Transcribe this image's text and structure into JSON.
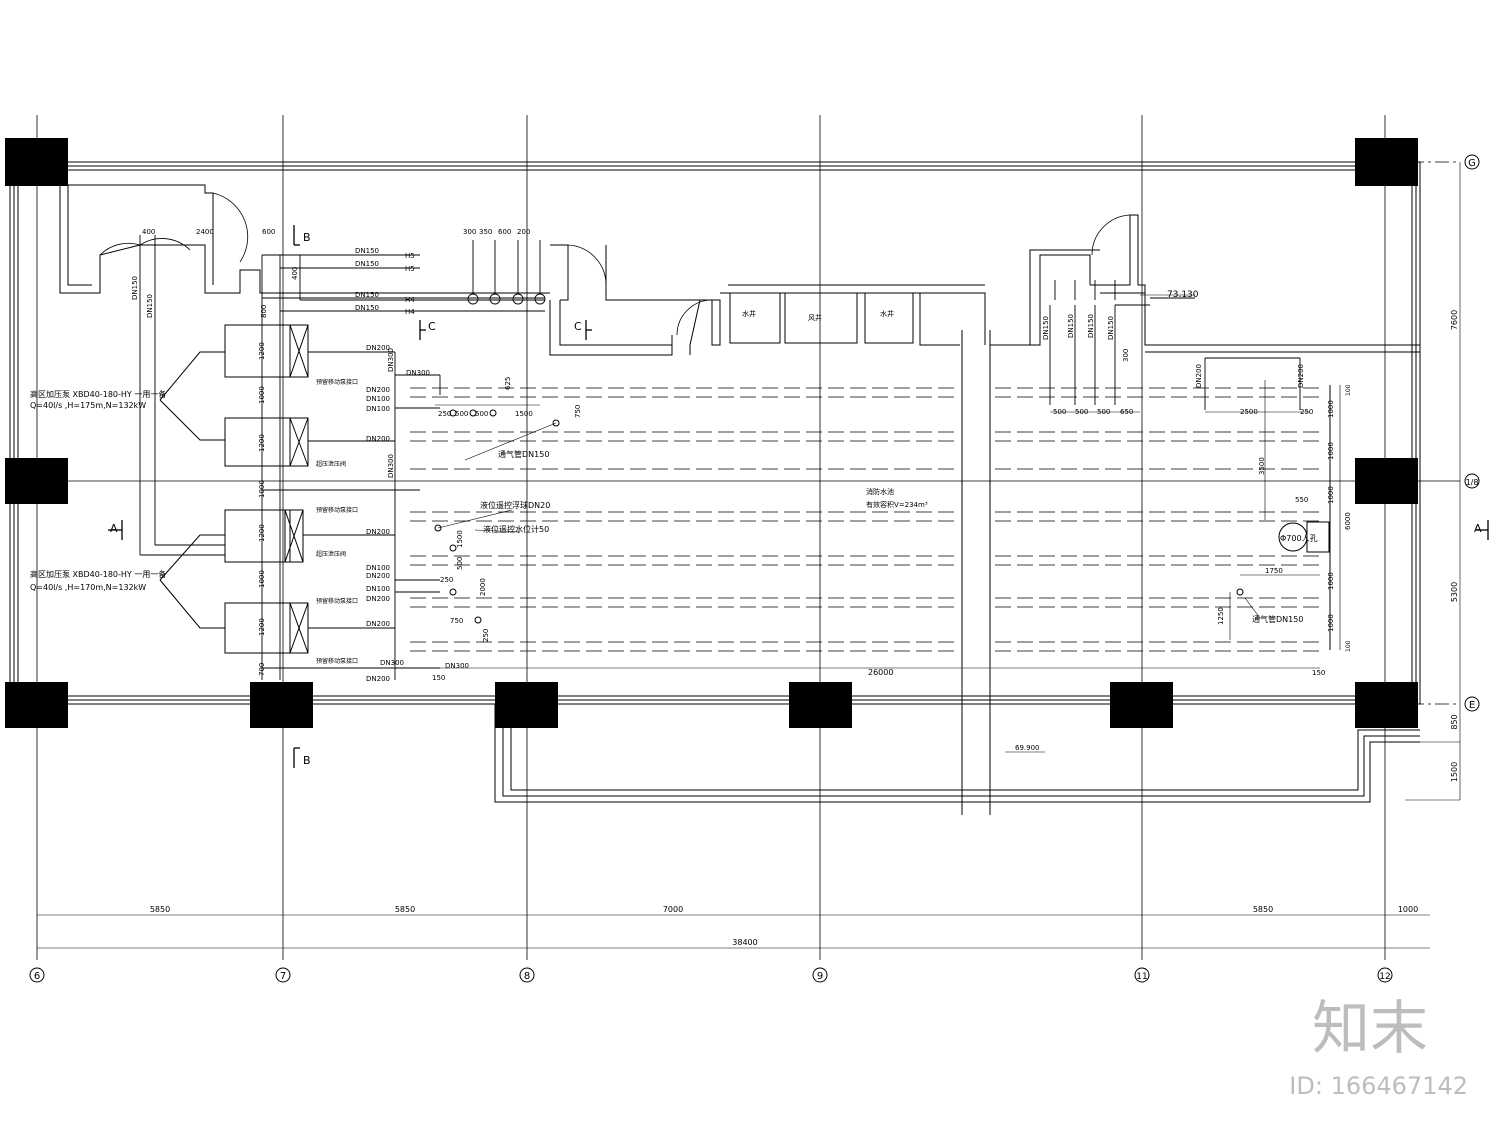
{
  "axes_bottom": [
    "6",
    "7",
    "8",
    "9",
    "11",
    "12"
  ],
  "axes_right": [
    "G",
    "1/8",
    "E"
  ],
  "bottom_dims": [
    "5850",
    "5850",
    "7000",
    "5850",
    "1000"
  ],
  "overall_dim": "38400",
  "right_dims": [
    "7600",
    "5300",
    "850",
    "1500"
  ],
  "section_labels": {
    "b": "B",
    "c": "C",
    "a": "A"
  },
  "elevations": {
    "top": "73.130",
    "bottom": "69.900"
  },
  "shafts": [
    "水井",
    "风井",
    "水井"
  ],
  "pump_group_1": {
    "line1": "高区加压泵 XBD40-180-HY 一用一备",
    "line2": "Q=40l/s ,H=175m,N=132kW"
  },
  "pump_group_2": {
    "line1": "高区加压泵 XBD40-180-HY 一用一备",
    "line2": "Q=40l/s ,H=170m,N=132kW"
  },
  "pipe_labels": {
    "h5a": "DN150",
    "h5b": "DN150",
    "h4a": "DN150",
    "h4b": "DN150",
    "h5": "H5",
    "h5_2": "H5",
    "h4": "H4",
    "h4_2": "H4",
    "dn200_1": "DN200",
    "dn200_2": "DN200",
    "dn200_3": "DN200",
    "dn200_4": "DN200",
    "dn300_top": "DN300",
    "dn300_left": "DN300",
    "dn300_mid": "DN300",
    "dn300_bot": "DN300",
    "dn300_b2": "DN300",
    "dn100_1": "DN100",
    "dn100_2": "DN100",
    "dn100_3": "DN100",
    "dn100_4": "DN100",
    "dn200_5": "DN200",
    "dn200_6": "DN200",
    "dn200_7": "DN200",
    "dn200_8": "DN200",
    "vent1": "通气管DN150",
    "vent2": "通气管DN150",
    "float": "液位遥控浮球DN20",
    "gauge": "液位遥控水位计50",
    "left_dn150a": "DN150",
    "left_dn150b": "DN150",
    "right_dn150a": "DN150",
    "right_dn150b": "DN150",
    "right_dn150c": "DN150",
    "right_dn200a": "DN200",
    "right_dn200b": "DN200",
    "valve1": "预留移动泵接口",
    "valve2": "预留移动泵接口",
    "valve3": "预留移动泵接口",
    "valve4": "预留移动泵接口",
    "relief1": "超压泄压阀",
    "relief2": "超压泄压阀"
  },
  "tank_label": {
    "line1": "消防水池",
    "line2": "有效容积V=234m³"
  },
  "manhole": "Φ700人孔",
  "inner_dims": {
    "d400": "400",
    "d2400": "2400",
    "d600": "600",
    "d800": "800",
    "d400b": "400",
    "d300": "300",
    "d350": "350",
    "d600b": "600",
    "d200": "200",
    "d1200a": "1200",
    "d1000a": "1000",
    "d1200b": "1200",
    "d1000b": "1000",
    "d1200c": "1200",
    "d1000c": "1000",
    "d1200d": "1200",
    "d700": "700",
    "d625": "625",
    "d250": "250",
    "d500": "500",
    "d500b": "500",
    "d1500": "1500",
    "d750": "750",
    "d500c": "500",
    "d1500b": "1500",
    "d2000": "2000",
    "d250b": "250",
    "d750b": "750",
    "d250c": "250",
    "d150": "150",
    "d26000": "26000",
    "d150b": "150",
    "r500a": "500",
    "r500b": "500",
    "r500c": "500",
    "r650": "650",
    "r2500": "2500",
    "r250": "250",
    "r3500": "3500",
    "r550": "550",
    "r1750": "1750",
    "r1250": "1250",
    "r6000": "6000",
    "rr1000a": "1000",
    "rr1000b": "1000",
    "rr1000c": "1000",
    "rr1000d": "1000",
    "rr1000e": "1000",
    "rr100": "100",
    "rr100b": "100",
    "r300": "300"
  },
  "watermark": {
    "logo": "知末",
    "id": "ID: 166467142"
  }
}
